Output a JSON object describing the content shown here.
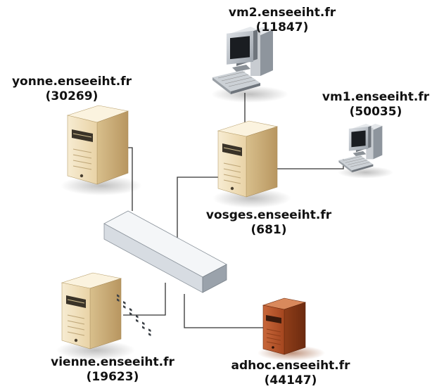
{
  "nodes": {
    "vm2": {
      "host": "vm2.enseeiht.fr",
      "id": "(11847)",
      "type": "workstation"
    },
    "vm1": {
      "host": "vm1.enseeiht.fr",
      "id": "(50035)",
      "type": "workstation"
    },
    "yonne": {
      "host": "yonne.enseeiht.fr",
      "id": "(30269)",
      "type": "server"
    },
    "vosges": {
      "host": "vosges.enseeiht.fr",
      "id": "(681)",
      "type": "server"
    },
    "vienne": {
      "host": "vienne.enseeiht.fr",
      "id": "(19623)",
      "type": "server"
    },
    "adhoc": {
      "host": "adhoc.enseeiht.fr",
      "id": "(44147)",
      "type": "server",
      "highlight": true
    }
  },
  "hub": {
    "type": "switch"
  },
  "links": [
    [
      "yonne",
      "hub"
    ],
    [
      "vosges",
      "hub"
    ],
    [
      "vienne",
      "hub"
    ],
    [
      "adhoc",
      "hub"
    ],
    [
      "vm2",
      "vosges"
    ],
    [
      "vm1",
      "vosges"
    ]
  ],
  "colors": {
    "server_face": "#f1e2c1",
    "server_side": "#cdb07f",
    "server_top": "#fbf3df",
    "adhoc_face": "#b5542a",
    "adhoc_side": "#7d3314",
    "adhoc_top": "#d07a4e",
    "switch_top": "#f4f6f8",
    "switch_front": "#d7dce2",
    "switch_side": "#9aa2ab",
    "link": "#333333",
    "text": "#111111"
  }
}
